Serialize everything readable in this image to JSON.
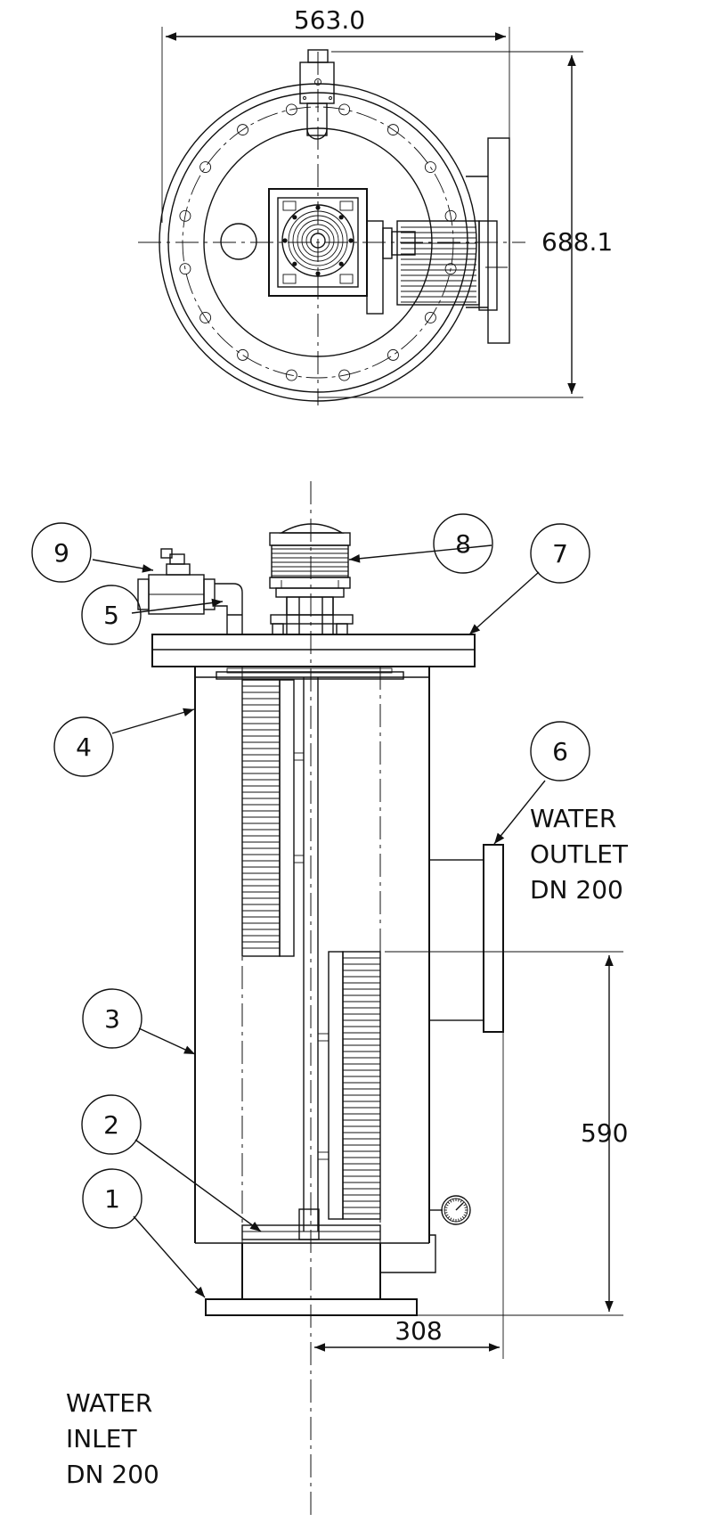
{
  "dimensions": {
    "top_width": "563.0",
    "top_height": "688.1",
    "outlet_height": "590",
    "offset": "308"
  },
  "balloons": [
    "1",
    "2",
    "3",
    "4",
    "5",
    "6",
    "7",
    "8",
    "9"
  ],
  "notes": {
    "outlet": [
      "WATER",
      "OUTLET",
      "DN 200"
    ],
    "inlet": [
      "WATER",
      "INLET",
      "DN 200"
    ]
  }
}
